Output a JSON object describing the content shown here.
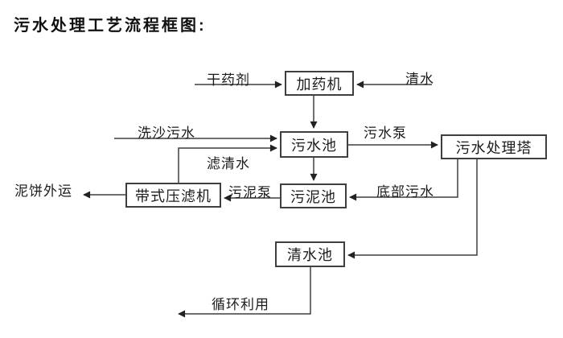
{
  "title": "污水处理工艺流程框图:",
  "colors": {
    "background": "#ffffff",
    "line": "#3f3f3f",
    "text": "#1c1c1c"
  },
  "nodes": {
    "dosing_machine": "加药机",
    "sewage_pool": "污水池",
    "treatment_tower": "污水处理塔",
    "sludge_pool": "污泥池",
    "belt_filter_press": "带式压滤机",
    "clear_water_pool": "清水池"
  },
  "edges": [
    {
      "id": "dry-chemical-to-dosing",
      "from": "external",
      "to": "dosing_machine",
      "label": "干药剂"
    },
    {
      "id": "clear-water-to-dosing",
      "from": "external",
      "to": "dosing_machine",
      "label": "清水"
    },
    {
      "id": "dosing-to-sewage-pool",
      "from": "dosing_machine",
      "to": "sewage_pool",
      "label": ""
    },
    {
      "id": "sand-wash-to-sewage-pool",
      "from": "external",
      "to": "sewage_pool",
      "label": "洗沙污水"
    },
    {
      "id": "filter-press-to-sewage-pool",
      "from": "belt_filter_press",
      "to": "sewage_pool",
      "label": "滤清水"
    },
    {
      "id": "sewage-pool-to-tower",
      "from": "sewage_pool",
      "to": "treatment_tower",
      "label": "污水泵"
    },
    {
      "id": "sewage-pool-to-sludge-pool",
      "from": "sewage_pool",
      "to": "sludge_pool",
      "label": ""
    },
    {
      "id": "tower-to-sludge-pool",
      "from": "treatment_tower",
      "to": "sludge_pool",
      "label": "底部污水"
    },
    {
      "id": "sludge-pool-to-filter-press",
      "from": "sludge_pool",
      "to": "belt_filter_press",
      "label": "污泥泵"
    },
    {
      "id": "filter-press-to-out",
      "from": "belt_filter_press",
      "to": "external",
      "label": "泥饼外运"
    },
    {
      "id": "tower-to-clear-water-pool",
      "from": "treatment_tower",
      "to": "clear_water_pool",
      "label": ""
    },
    {
      "id": "clear-water-pool-to-reuse",
      "from": "clear_water_pool",
      "to": "external",
      "label": "循环利用"
    }
  ]
}
